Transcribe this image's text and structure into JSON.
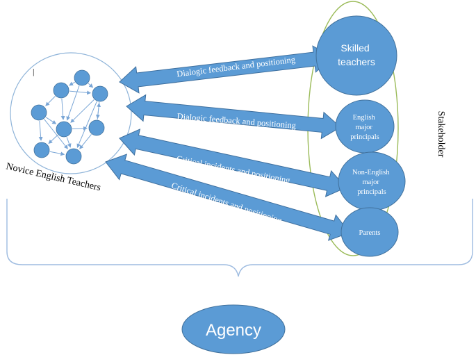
{
  "colors": {
    "node_fill": "#5b9bd5",
    "node_stroke": "#41719c",
    "arrow_fill": "#5b9bd5",
    "arrow_stroke": "#3e6f9e",
    "network_circle": "#8fb4d9",
    "stakeholder_oval": "#9bbb59",
    "brace": "#9dbbe0",
    "text_dark": "#000000",
    "text_light": "#ffffff"
  },
  "novice": {
    "label": "Novice English Teachers",
    "mark": "|"
  },
  "stakeholder_label": "Stakeholder",
  "stakeholders": [
    {
      "id": "skilled",
      "label_lines": [
        "Skilled",
        "teachers"
      ]
    },
    {
      "id": "english",
      "label_lines": [
        "English",
        "major",
        "principals"
      ]
    },
    {
      "id": "nonenglish",
      "label_lines": [
        "Non-English",
        "major",
        "principals"
      ]
    },
    {
      "id": "parents",
      "label_lines": [
        "Parents"
      ]
    }
  ],
  "arrows": [
    {
      "label": "Dialogic feedback and positioning"
    },
    {
      "label": "Dialogic feedback and positioning"
    },
    {
      "label": "Critical incidents and positioning"
    },
    {
      "label": "Critical incidents and positioning"
    }
  ],
  "agency": {
    "label": "Agency"
  }
}
